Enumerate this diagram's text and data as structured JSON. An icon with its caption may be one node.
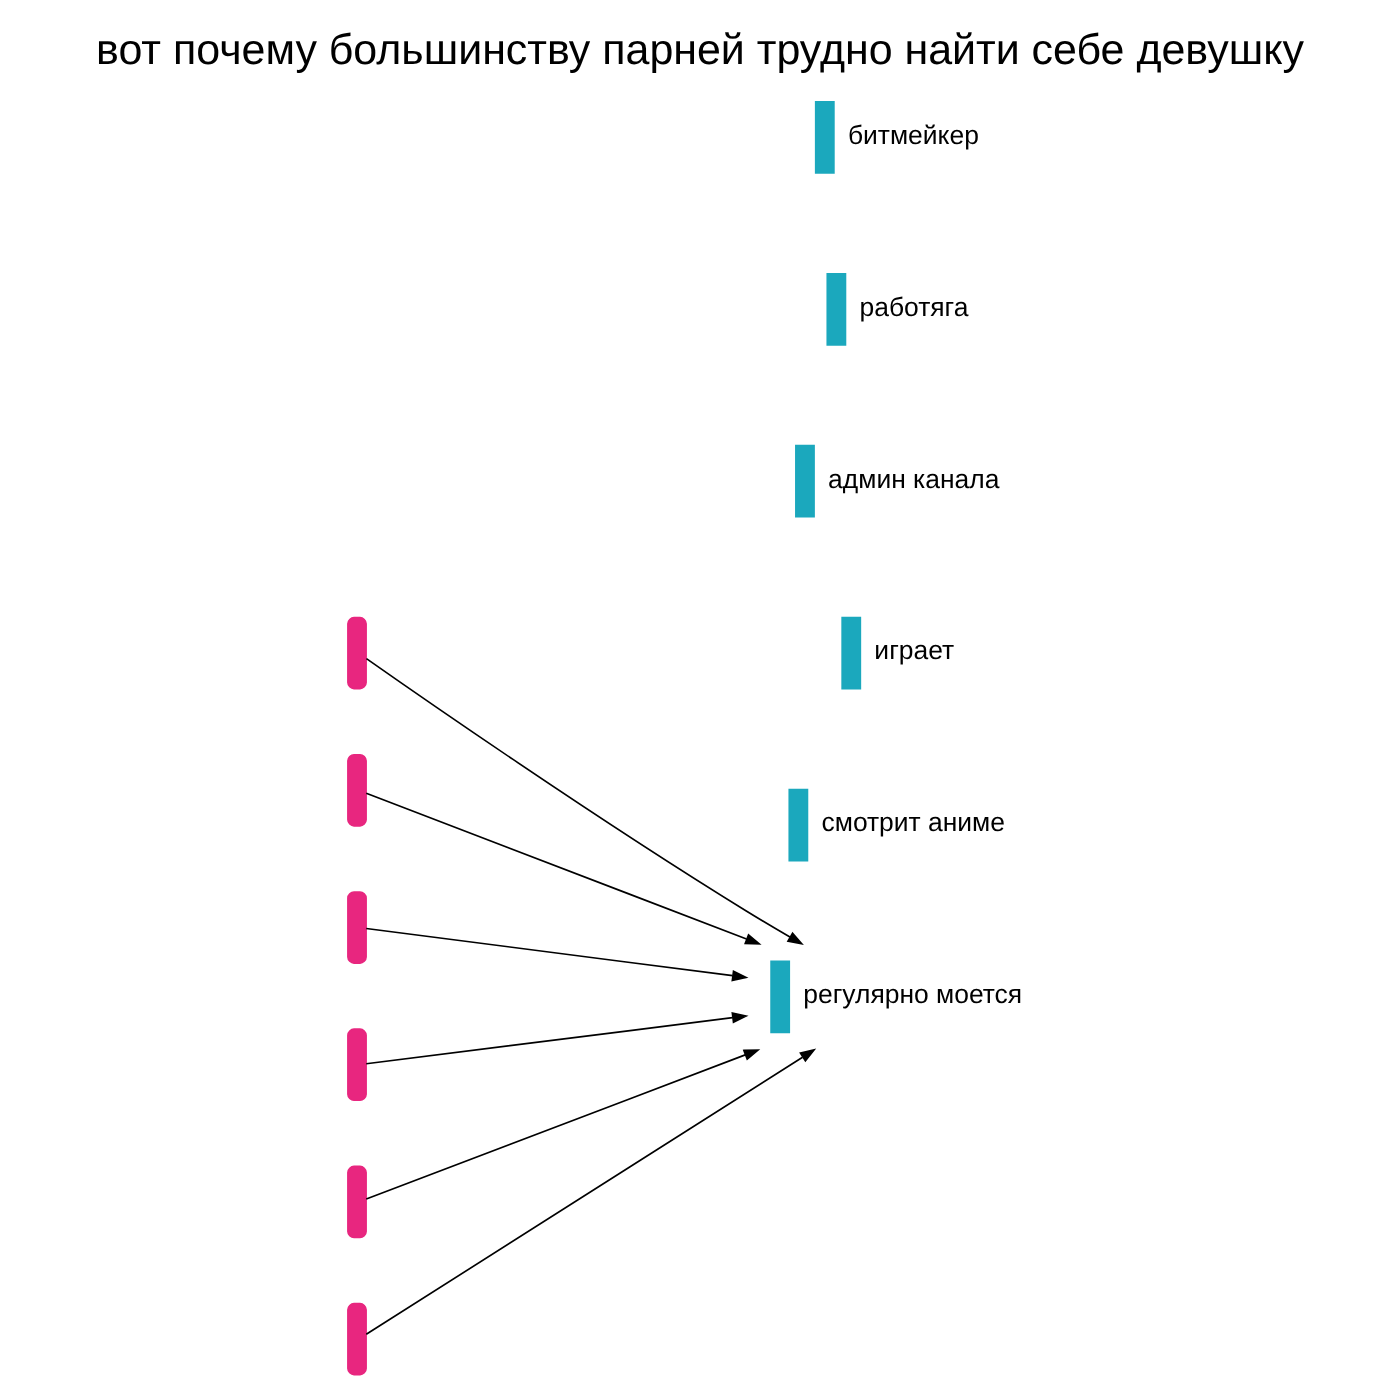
{
  "diagram": {
    "title": "вот почему большинству парней трудно найти себе девушку",
    "nodes": [
      {
        "text": [],
        "shape": "person"
      },
      {
        "text": [],
        "shape": "person"
      },
      {
        "text": [],
        "shape": "person"
      },
      {
        "text": [],
        "shape": "person"
      },
      {
        "text": [],
        "shape": "person"
      },
      {
        "text": [],
        "shape": "person"
      },
      {
        "text": [],
        "shape": "person",
        "beside": [
          "регулярно моется"
        ]
      },
      {
        "text": [],
        "shape": "person",
        "beside": [
          "смотрит аниме"
        ]
      },
      {
        "text": [],
        "shape": "person",
        "beside": [
          "играет"
        ]
      },
      {
        "text": [],
        "shape": "person",
        "beside": [
          "админ канала"
        ]
      },
      {
        "text": [],
        "shape": "person",
        "beside": [
          "работяга"
        ]
      },
      {
        "text": [],
        "shape": "person",
        "beside": [
          "битмейкер"
        ]
      }
    ],
    "edges": [
      {
        "from": 0,
        "to": 6,
        "arrow": "to"
      },
      {
        "from": 1,
        "to": 6,
        "arrow": "to"
      },
      {
        "from": 2,
        "to": 6,
        "arrow": "to"
      },
      {
        "from": 3,
        "to": 6,
        "arrow": "to"
      },
      {
        "from": 4,
        "to": 6,
        "arrow": "to"
      },
      {
        "from": 5,
        "to": 6,
        "arrow": "to"
      }
    ]
  }
}
